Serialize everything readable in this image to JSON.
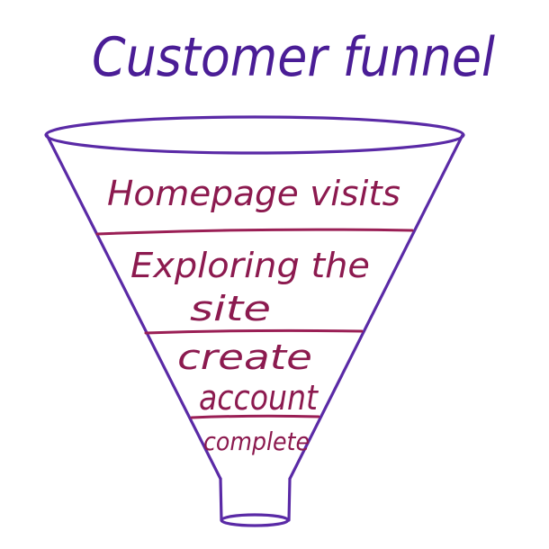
{
  "diagram": {
    "title": "Customer funnel",
    "stages": [
      {
        "lines": [
          "Homepage visits"
        ]
      },
      {
        "lines": [
          "Exploring the",
          "site"
        ]
      },
      {
        "lines": [
          "create",
          "account"
        ]
      },
      {
        "lines": [
          "complete"
        ]
      }
    ],
    "colors": {
      "title": "#4a1d96",
      "outline": "#5a2aa6",
      "stage_text": "#8c1a4f",
      "divider": "#9a1f55",
      "background": "#ffffff"
    }
  }
}
